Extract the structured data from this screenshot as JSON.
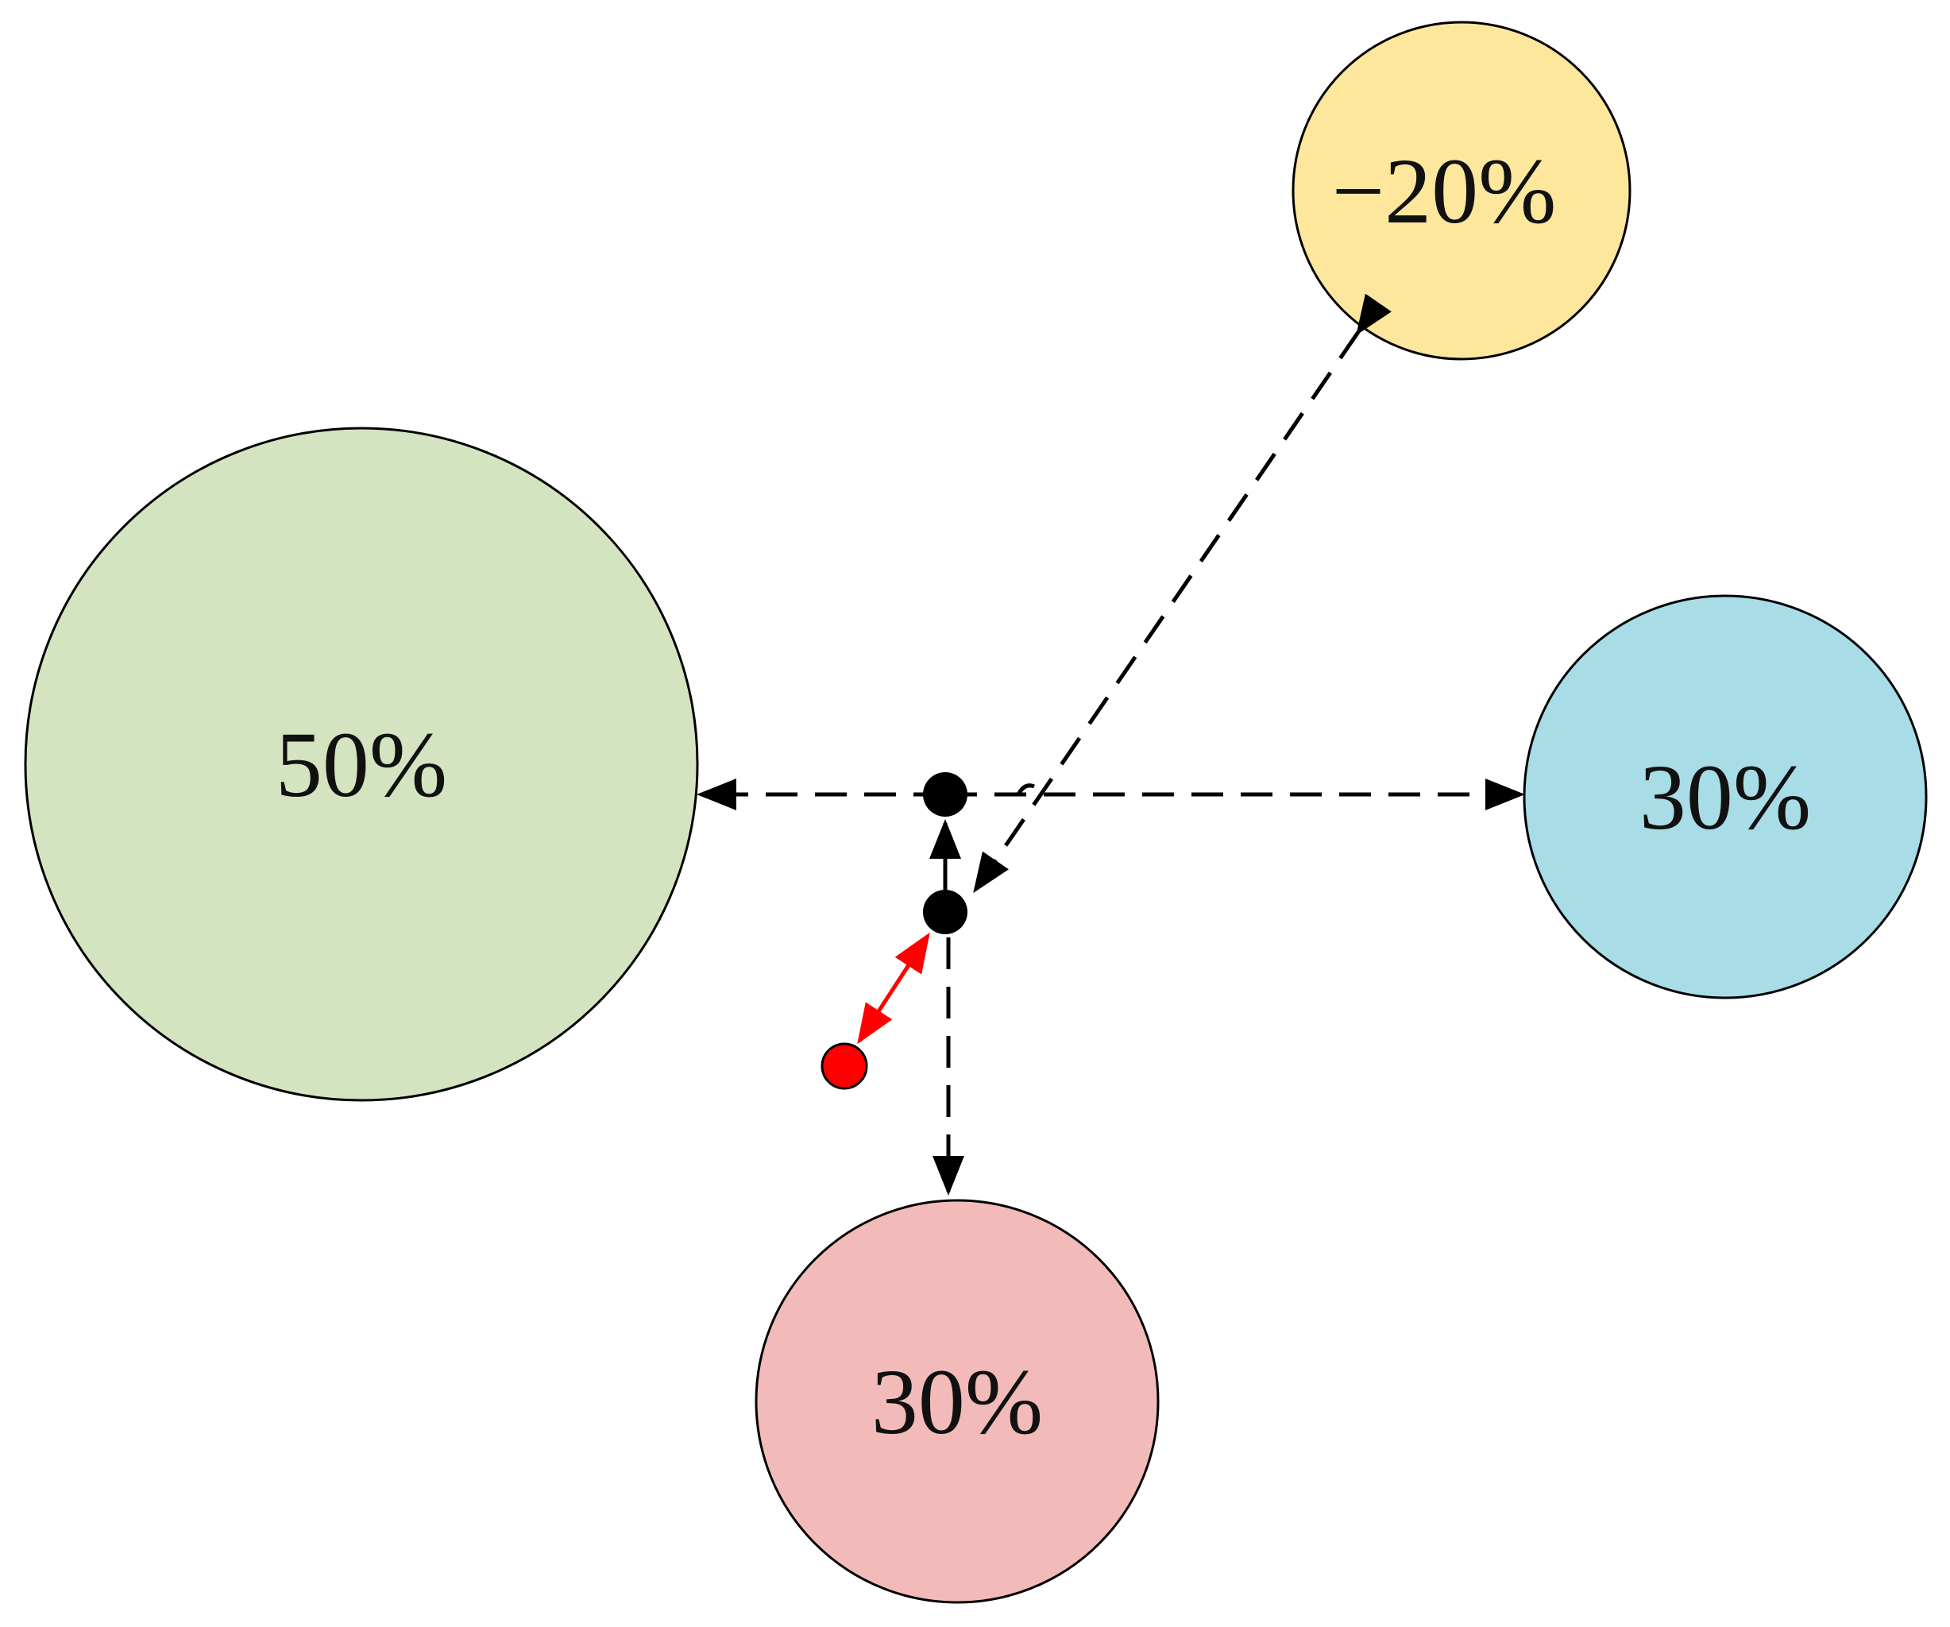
{
  "colors": {
    "green_fill": "#d4e4c1",
    "yellow_fill": "#fde79d",
    "blue_fill": "#a8dde8",
    "pink_fill": "#f2bbb9",
    "black": "#000000",
    "red": "#ff0000"
  },
  "nodes": {
    "left_weight": "50%",
    "top_right_weight": "−20%",
    "right_weight": "30%",
    "bottom_weight": "30%"
  }
}
